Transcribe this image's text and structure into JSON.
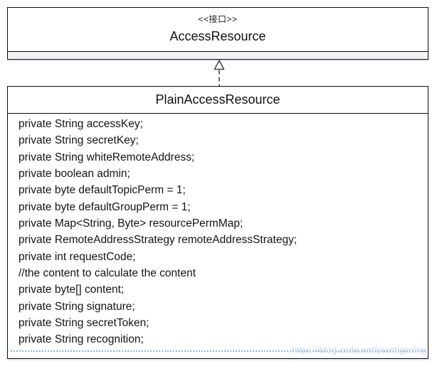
{
  "diagram": {
    "interface_box": {
      "stereotype": "<<接口>>",
      "name": "AccessResource"
    },
    "relationship": {
      "type": "realization",
      "description": "dashed line with hollow triangle arrow pointing from PlainAccessResource to AccessResource"
    },
    "main_class": {
      "name": "PlainAccessResource",
      "fields": [
        "private String accessKey;",
        "private String secretKey;",
        "private String whiteRemoteAddress;",
        "private boolean admin;",
        "private byte defaultTopicPerm = 1;",
        "private byte defaultGroupPerm = 1;",
        "private Map<String, Byte> resourcePermMap;",
        "private RemoteAddressStrategy remoteAddressStrategy;",
        "private int requestCode;",
        "//the content to calculate the content",
        "private byte[] content;",
        "private String signature;",
        "private String secretToken;",
        "private String recognition;"
      ]
    },
    "watermark": "https://blog.csdn.net/prestigeding",
    "colors": {
      "border": "#0a0a0a",
      "empty_compartment_fill": "#f2f2f2",
      "box_shadow_blue": "#dce6f2",
      "dotted_line_blue": "#8db3e2",
      "watermark_blue": "#c6d5ea"
    }
  }
}
